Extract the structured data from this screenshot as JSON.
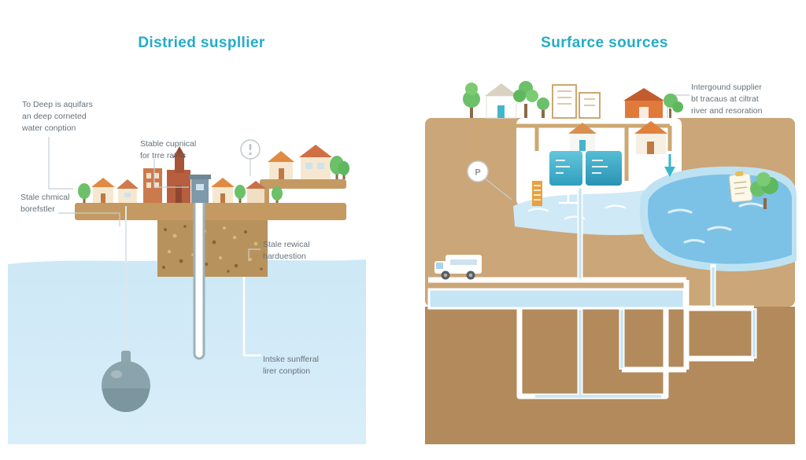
{
  "left": {
    "title": "Distried suspllier",
    "labels": {
      "deep_aquifer": "To Deep is aquifars\nan deep corneted\nwater conption",
      "stable_cupnical": "Stable cupnical\nfor trre ratter",
      "stale_chemical": "Stale chmical\nborefstler",
      "stale_rewical": "Stale rewical\nharduestion",
      "intake": "Intske sunfferal\nlirer conption"
    }
  },
  "right": {
    "title": "Surfarce sources",
    "labels": {
      "interground": "Intergound supplier\nbt tracaus at ciltrat\nriver and resoration",
      "pump_marker": "P"
    }
  },
  "icons": {
    "alert": "exclamation-circle",
    "pump": "letter-P-circle"
  },
  "colors": {
    "accent_teal": "#23acc7",
    "label_gray": "#66727b",
    "water_light": "#cfe8f6",
    "lake_blue": "#7cc2e6",
    "terrain_upper": "#cba678",
    "terrain_lower": "#b28a5c",
    "soil": "#b8925c",
    "ground_strip": "#c49a62",
    "tree_green": "#6cc069",
    "roof_orange": "#e08a42",
    "brick_red": "#b65e3e",
    "tank_teal": "#3fb0cc",
    "pipe_white": "#ffffff",
    "pipe_blue": "#c6e5f4"
  }
}
